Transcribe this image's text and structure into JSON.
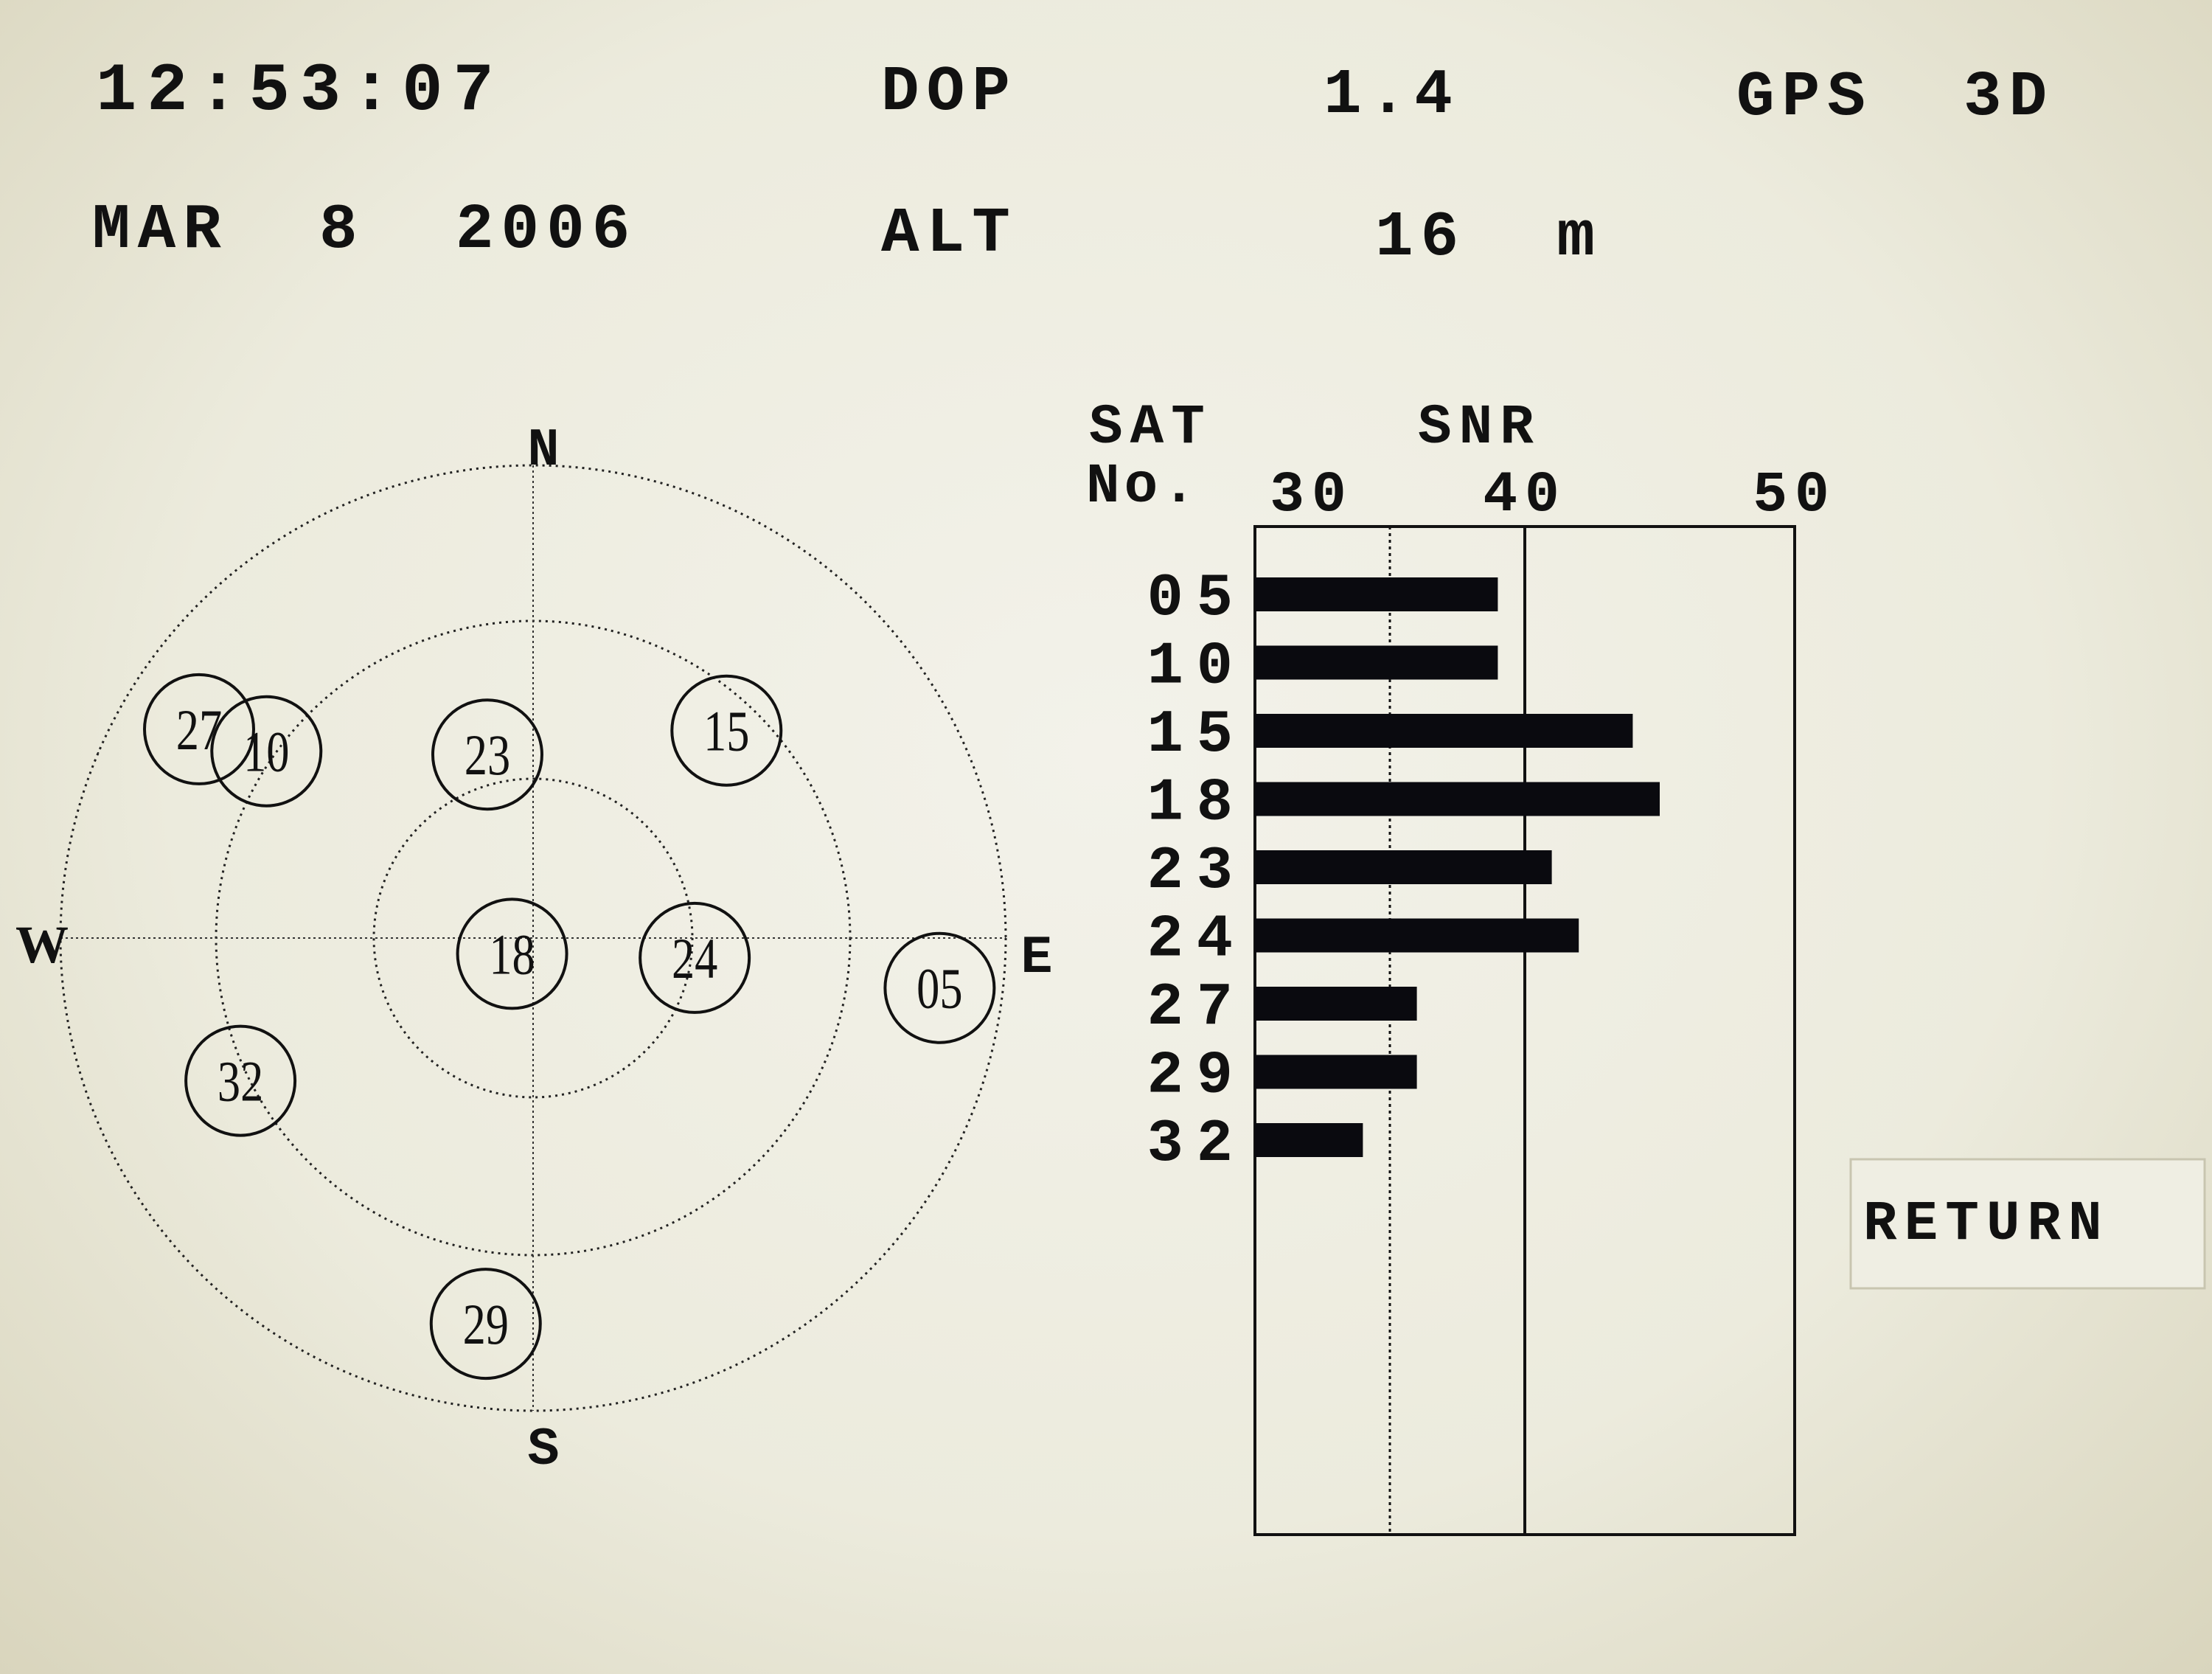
{
  "header": {
    "time": "12:53:07",
    "date": "MAR  8  2006",
    "dop_label": "DOP",
    "dop_value": "1.4",
    "alt_label": "ALT",
    "alt_value": "16  m",
    "fix_mode": "GPS  3D"
  },
  "skyplot": {
    "compass": {
      "n": "N",
      "s": "S",
      "e": "E",
      "w": "W"
    },
    "elevation_rings_deg": [
      0,
      30,
      60
    ],
    "satellites": [
      {
        "id": "27",
        "azimuth": 302,
        "elevation": 15
      },
      {
        "id": "10",
        "azimuth": 305,
        "elevation": 28
      },
      {
        "id": "23",
        "azimuth": 346,
        "elevation": 54
      },
      {
        "id": "15",
        "azimuth": 43,
        "elevation": 36
      },
      {
        "id": "18",
        "azimuth": 233,
        "elevation": 85
      },
      {
        "id": "24",
        "azimuth": 97,
        "elevation": 59
      },
      {
        "id": "05",
        "azimuth": 97,
        "elevation": 12
      },
      {
        "id": "32",
        "azimuth": 244,
        "elevation": 28
      },
      {
        "id": "29",
        "azimuth": 187,
        "elevation": 16
      }
    ]
  },
  "chart_data": {
    "type": "bar",
    "orientation": "horizontal",
    "title": "SNR",
    "ylabel_line1": "SAT",
    "ylabel_line2": "No.",
    "categories": [
      "05",
      "10",
      "15",
      "18",
      "23",
      "24",
      "27",
      "29",
      "32"
    ],
    "values": [
      39,
      39,
      44,
      45,
      41,
      42,
      36,
      36,
      34
    ],
    "xlim": [
      30,
      50
    ],
    "ticks": [
      "30",
      "40",
      "50"
    ],
    "gridlines": [
      {
        "value": 35,
        "style": "dotted"
      },
      {
        "value": 40,
        "style": "solid"
      }
    ]
  },
  "buttons": {
    "return_label": "RETURN"
  }
}
